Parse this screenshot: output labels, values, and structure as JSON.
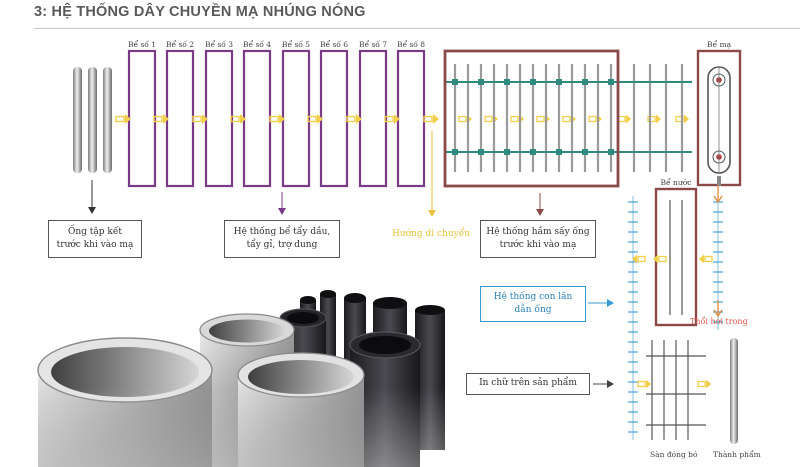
{
  "title": "3: HỆ THỐNG DÂY CHUYỀN MẠ NHÚNG NÓNG",
  "tanks": [
    "Bể số 1",
    "Bể số 2",
    "Bể số 3",
    "Bể số 4",
    "Bể số 5",
    "Bể số 6",
    "Bể số 7",
    "Bể số 8"
  ],
  "labels": {
    "galvanizing_tank": "Bể mạ",
    "water_tank": "Bể nước",
    "air_blow": "Thổi hơi trong",
    "bundling_floor": "Sàn đóng bó",
    "finished_product": "Thành phẩm",
    "flow_direction": "Hướng di chuyển"
  },
  "callouts": {
    "pipes_before": "Ống tập kết\ntrước khi vào mạ",
    "degrease": "Hệ thống bể tẩy dầu,\ntẩy gỉ, trợ dung",
    "dryer": "Hệ thống hầm sấy ống\ntrước khi vào mạ",
    "rollers": "Hệ thống con lăn\ndẫn ống",
    "print": "In chữ trên sản phẩm"
  },
  "colors": {
    "tank_border": "#7a3b86",
    "dryer_border": "#8a4a48",
    "flow_arrow": "#f2cf4a",
    "rail": "#2f8a80",
    "blue_accent": "#3a9bd4"
  }
}
